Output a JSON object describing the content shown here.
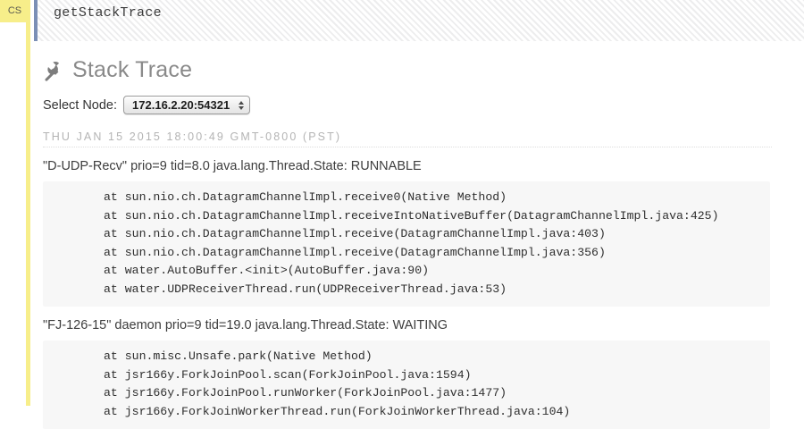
{
  "badge": {
    "label": "CS"
  },
  "header": {
    "title": "getStackTrace"
  },
  "section": {
    "icon": "wrench-icon",
    "title": "Stack Trace"
  },
  "node_selector": {
    "label": "Select Node:",
    "selected": "172.16.2.20:54321",
    "options": [
      "172.16.2.20:54321"
    ]
  },
  "timestamp": "THU JAN 15 2015 18:00:49 GMT-0800 (PST)",
  "threads": [
    {
      "header": "\"D-UDP-Recv\" prio=9 tid=8.0 java.lang.Thread.State: RUNNABLE",
      "frames": [
        "at sun.nio.ch.DatagramChannelImpl.receive0(Native Method)",
        "at sun.nio.ch.DatagramChannelImpl.receiveIntoNativeBuffer(DatagramChannelImpl.java:425)",
        "at sun.nio.ch.DatagramChannelImpl.receive(DatagramChannelImpl.java:403)",
        "at sun.nio.ch.DatagramChannelImpl.receive(DatagramChannelImpl.java:356)",
        "at water.AutoBuffer.<init>(AutoBuffer.java:90)",
        "at water.UDPReceiverThread.run(UDPReceiverThread.java:53)"
      ]
    },
    {
      "header": "\"FJ-126-15\" daemon prio=9 tid=19.0 java.lang.Thread.State: WAITING",
      "frames": [
        "at sun.misc.Unsafe.park(Native Method)",
        "at jsr166y.ForkJoinPool.scan(ForkJoinPool.java:1594)",
        "at jsr166y.ForkJoinPool.runWorker(ForkJoinPool.java:1477)",
        "at jsr166y.ForkJoinWorkerThread.run(ForkJoinWorkerThread.java:104)"
      ]
    }
  ],
  "colors": {
    "rail": "#f7ee8a",
    "header_border": "#7b8fb5",
    "title_gray": "#8a8a8a",
    "code_bg": "#f7f7f7"
  }
}
